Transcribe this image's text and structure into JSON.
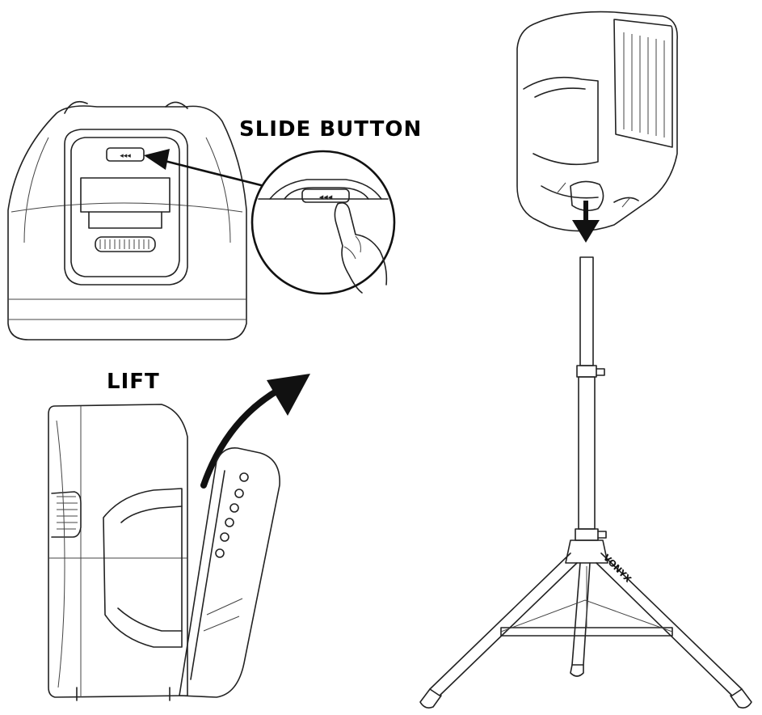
{
  "labels": {
    "slide_button": "SLIDE BUTTON",
    "lift": "LIFT"
  },
  "icons": [
    "speaker-top-view-icon",
    "magnifier-circle-icon",
    "hand-icon",
    "speaker-side-view-icon",
    "speaker-on-stand-icon",
    "tripod-stand-icon"
  ],
  "brand_logo_text": "VONYX",
  "colors": {
    "line": "#222222",
    "background": "#ffffff"
  }
}
